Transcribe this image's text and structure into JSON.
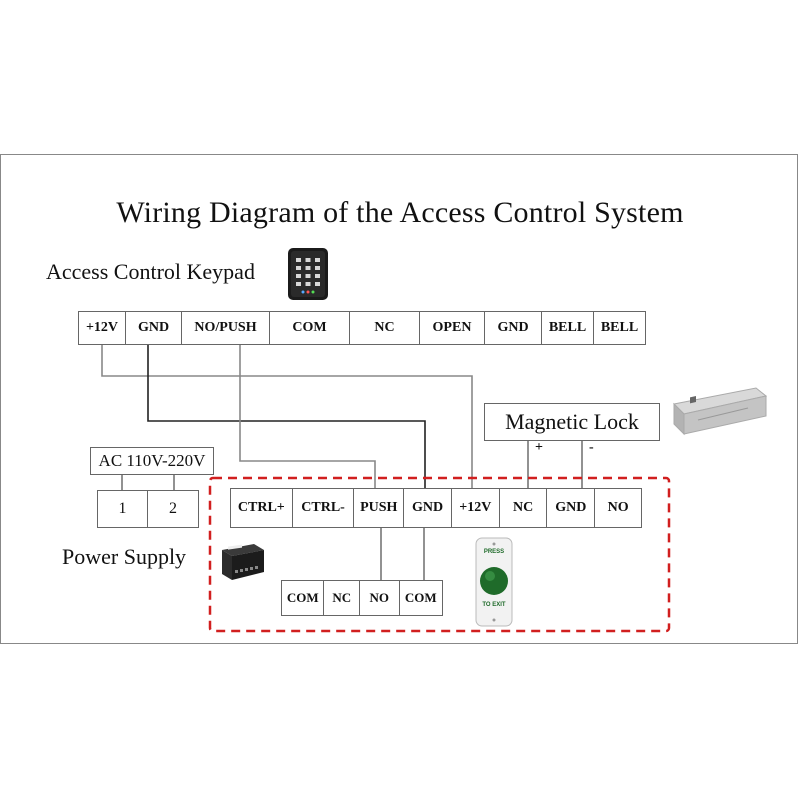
{
  "title": "Wiring Diagram of the Access Control System",
  "keypad": {
    "label": "Access Control Keypad",
    "terminals": [
      "+12V",
      "GND",
      "NO/PUSH",
      "COM",
      "NC",
      "OPEN",
      "GND",
      "BELL",
      "BELL"
    ]
  },
  "magnetic_lock": {
    "label": "Magnetic Lock",
    "plus": "+",
    "minus": "-"
  },
  "ac_input": {
    "label": "AC 110V-220V",
    "terminals": [
      "1",
      "2"
    ]
  },
  "power_supply": {
    "label": "Power Supply",
    "terminals": [
      "CTRL+",
      "CTRL-",
      "PUSH",
      "GND",
      "+12V",
      "NC",
      "GND",
      "NO"
    ]
  },
  "exit_button": {
    "terminals": [
      "COM",
      "NC",
      "NO",
      "COM"
    ],
    "top_text": "PRESS",
    "bottom_text": "TO EXIT"
  },
  "colors": {
    "dashed_border": "#d11f1f",
    "wire": "#222222",
    "wire_light": "#777777",
    "button_green": "#1f6b2a"
  }
}
